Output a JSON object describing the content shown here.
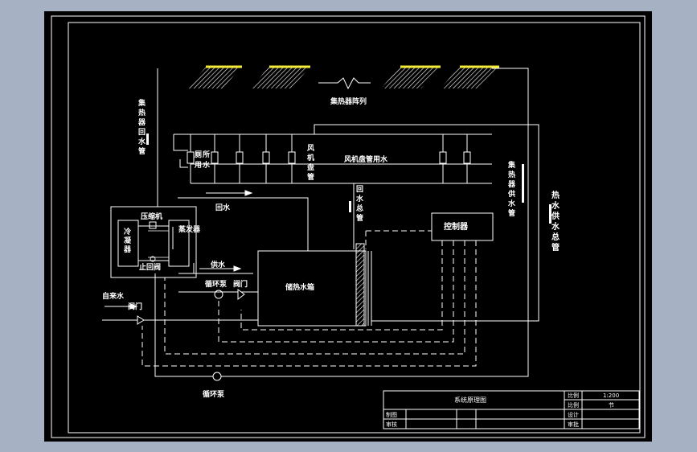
{
  "colors": {
    "background": "#a7b1c4",
    "sheet": "#000000",
    "line": "#ffffff",
    "collector": "#f3ea3a"
  },
  "labels": {
    "collector_array": "集热器阵列",
    "collector_return_pipe": "集热器回水管",
    "toilet_water": "厕所用水",
    "fan_coil": "风机盘管",
    "fan_coil_water": "风机盘管用水",
    "return_main": "回水总管",
    "collector_supply_pipe": "集热器供水管",
    "hot_water_main": "热水供水总管",
    "return_water": "回水",
    "compressor": "压缩机",
    "condenser": "冷凝器",
    "evaporator": "蒸发器",
    "check_valve": "止回阀",
    "supply_water": "供水",
    "controller": "控制器",
    "storage_tank": "储热水箱",
    "circ_pump_upper": "循环泵",
    "valve_upper": "阀门",
    "tap_water": "自来水",
    "valve_lower": "阀门",
    "circ_pump_lower": "循环泵"
  },
  "title_block": {
    "title": "系统原理图",
    "scale_label": "比例",
    "scale_value": "1:200",
    "sheet_label": "比例",
    "sheet_value": "节",
    "drawn_label": "制图",
    "checked_label": "审核",
    "design_label": "设计",
    "approve_label": "审批"
  }
}
